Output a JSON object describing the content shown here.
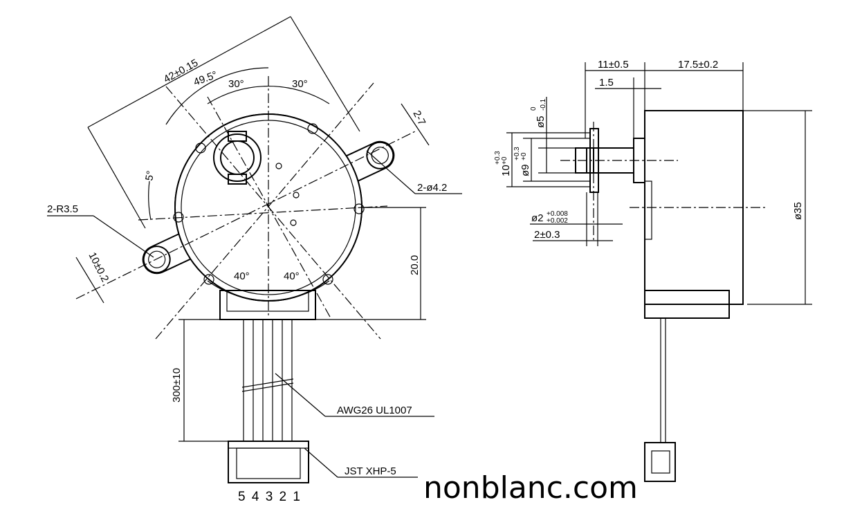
{
  "front_view": {
    "dim_mounting_span": "42±0.15",
    "dim_hole_angle": "49.5°",
    "dim_angle_left": "30°",
    "dim_angle_right": "30°",
    "dim_ear_thickness": "2-7",
    "dim_holes": "2-ø4.2",
    "dim_ear_radius": "2-R3.5",
    "dim_offset_angle": "5°",
    "dim_ear_width": "10±0.2",
    "dim_height": "20.0",
    "dim_angle_bottom_left": "40°",
    "dim_angle_bottom_right": "40°",
    "dim_lead_length": "300±10",
    "wire_spec": "AWG26  UL1007",
    "connector_spec": "JST  XHP-5",
    "pin_numbers": "5 4 3 2 1"
  },
  "side_view": {
    "dim_shaft_length": "11±0.5",
    "dim_body_depth": "17.5±0.2",
    "dim_boss": "1.5",
    "dim_flat": "ø5",
    "dim_flat_tol_top": "0",
    "dim_flat_tol_bottom": "-0.1",
    "dim_shaft_10": "10",
    "dim_shaft_10_tol_top": "+0.3",
    "dim_shaft_10_tol_bottom": "+0",
    "dim_shaft_9": "ø9",
    "dim_shaft_9_tol_top": "+0.3",
    "dim_shaft_9_tol_bottom": "+0",
    "dim_pin": "ø2",
    "dim_pin_tol_top": "+0.008",
    "dim_pin_tol_bottom": "+0.002",
    "dim_pin_length": "2±0.3",
    "dim_diameter": "ø35"
  },
  "watermark": "nonblanc.com"
}
